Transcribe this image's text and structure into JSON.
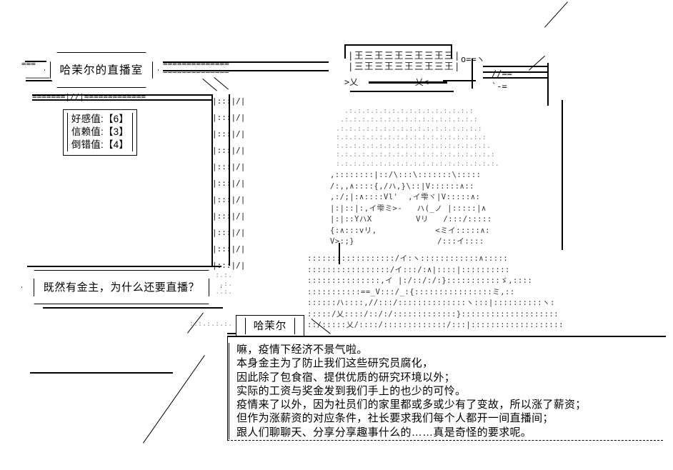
{
  "scene": {
    "title": "哈茉尔的直播室",
    "background_color": "#ffffff",
    "ink_color": "#000000"
  },
  "status_panel": {
    "rows": [
      {
        "label": "好感值",
        "value": "【6】",
        "text": "好感值:【6】"
      },
      {
        "label": "信赖值",
        "value": "【3】",
        "text": "信赖值:【3】"
      },
      {
        "label": "倒错值",
        "value": "【4】",
        "text": "倒错值:【4】"
      }
    ]
  },
  "question": {
    "text": "既然有金主，为什么还要直播？"
  },
  "dialogue": {
    "speaker": "哈茉尔",
    "lines": [
      "嘛，疫情下经济不景气啦。",
      "本身金主为了防止我们这些研究员腐化，",
      "因此除了包食宿、提供优质的研究环境以外；",
      "实际的工资与奖金发到我们手上的也少的可怜。",
      "疫情来了以外，因为社员们的家里都或多或少有了变故，所以涨了薪资；",
      "但作为涨薪资的对应条件，社长要求我们每个人都开一间直播间；",
      "跟人们聊聊天、分享分享趣事什么的……真是奇怪的要求呢。"
    ]
  },
  "ascii_art": {
    "window_header": "  ┌─────────────────────┐\n ||王三王三王三王三王三||\n ||三王三王三王三王三王||\n  >乂━━━━━━━━━━━乂<",
    "corner_mark": "o==ヽ\n //===\n `-=",
    "left_rail": "|:::|/|",
    "face_eyes": "雫",
    "figure_rows": [
      ",::::::::|::/\\:::\\::::::\\:::::",
      "/:,,∧::::{,/ハ,}\\::|V:::::∧::",
      ",:/;|:∧::::Vl'  ,イ雫ヾ|V::::∧:",
      "|:|::|;,イ雫ミ>-   ハ(_ノ |::::|∧",
      "|:|::YハX      Vリ  /:::/::::",
      "{:∧:::vリ,        <ミイ:::∧:",
      "V>:;}            /::イ::::"
    ],
    "dot_texture": ":.:.:.:.:.:.:.:."
  }
}
